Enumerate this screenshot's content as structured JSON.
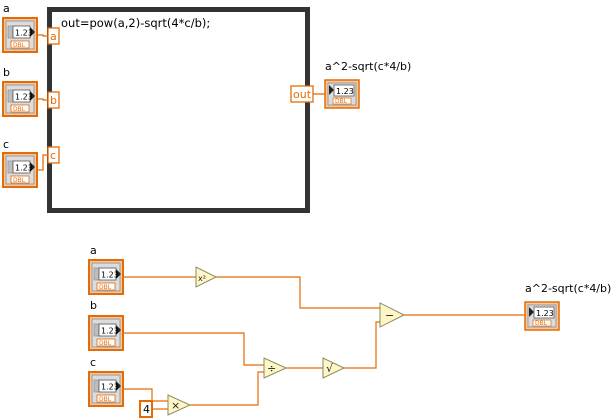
{
  "formula_node": {
    "expression": "out=pow(a,2)-sqrt(4*c/b);",
    "inputs": [
      "a",
      "b",
      "c"
    ],
    "output": "out"
  },
  "controls": [
    {
      "label": "a",
      "display": "1.23",
      "type": "DBL"
    },
    {
      "label": "b",
      "display": "1.23",
      "type": "DBL"
    },
    {
      "label": "c",
      "display": "1.23",
      "type": "DBL"
    }
  ],
  "indicator": {
    "label": "a^2-sqrt(c*4/b)",
    "display": "1.23",
    "type": "DBL"
  },
  "constant": "4",
  "functions": {
    "square": "x²",
    "divide": "÷",
    "sqrt": "√",
    "subtract": "−",
    "multiply": "×"
  },
  "colors": {
    "wire": "#e36c09",
    "terminal_border": "#e36c09",
    "node_fill": "#fff6c8",
    "node_stroke": "#8a8a5a",
    "frame_border": "#333333"
  }
}
